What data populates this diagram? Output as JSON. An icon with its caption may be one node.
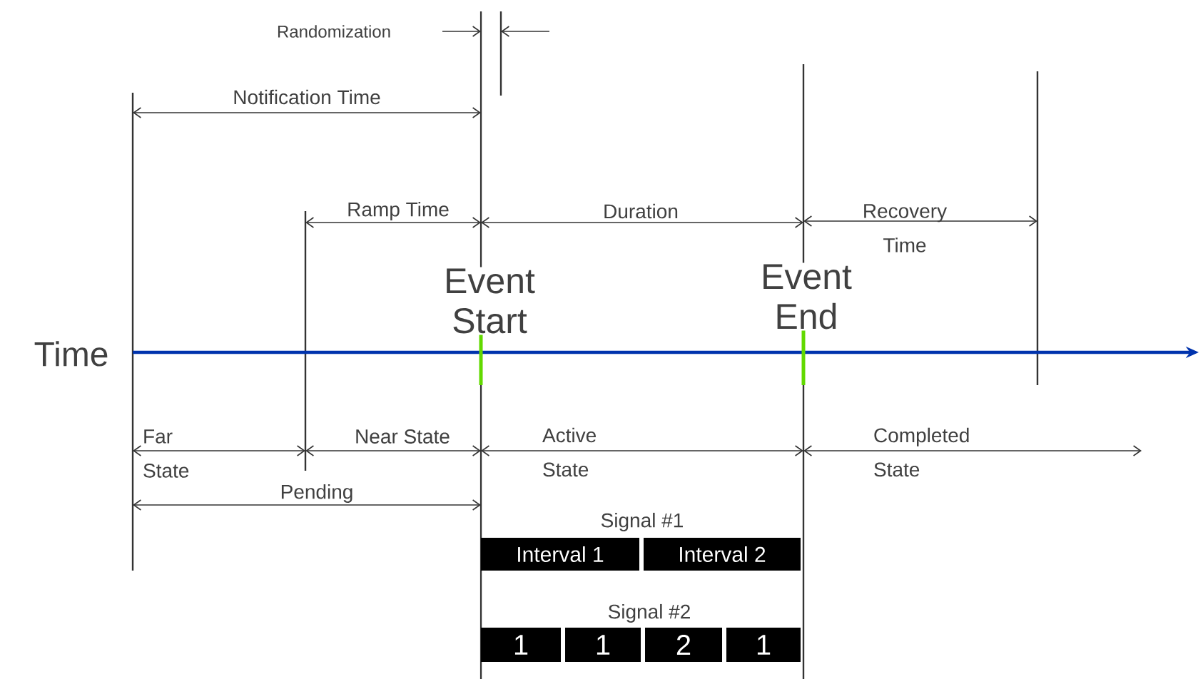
{
  "diagram": {
    "nodes": [
      {
        "text": [
          "Interval 1"
        ]
      },
      {
        "text": [
          "Interval 2"
        ]
      },
      {
        "text": [
          "1"
        ]
      },
      {
        "text": [
          "1"
        ]
      },
      {
        "text": [
          "2"
        ]
      },
      {
        "text": [
          "1"
        ]
      }
    ],
    "labels": [
      "Randomization",
      "Notification Time",
      "Ramp Time",
      "Duration",
      "Recovery Time",
      "Event Start",
      "Event End",
      "Time",
      "Far State",
      "Near State",
      "Active State",
      "Completed State",
      "Pending",
      "Signal #1",
      "Signal #2"
    ]
  }
}
